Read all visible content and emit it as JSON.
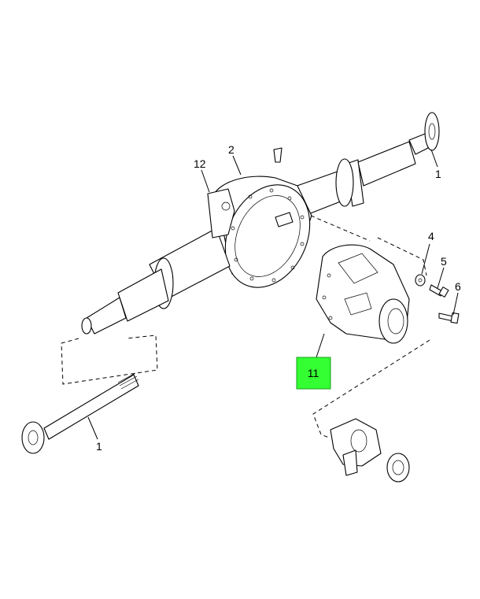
{
  "diagram": {
    "callouts": {
      "c1_top": "1",
      "c2": "2",
      "c12": "12",
      "c4": "4",
      "c5": "5",
      "c6": "6",
      "c11": "11",
      "c1_bottom": "1"
    },
    "highlight_color": "#33ff33"
  }
}
